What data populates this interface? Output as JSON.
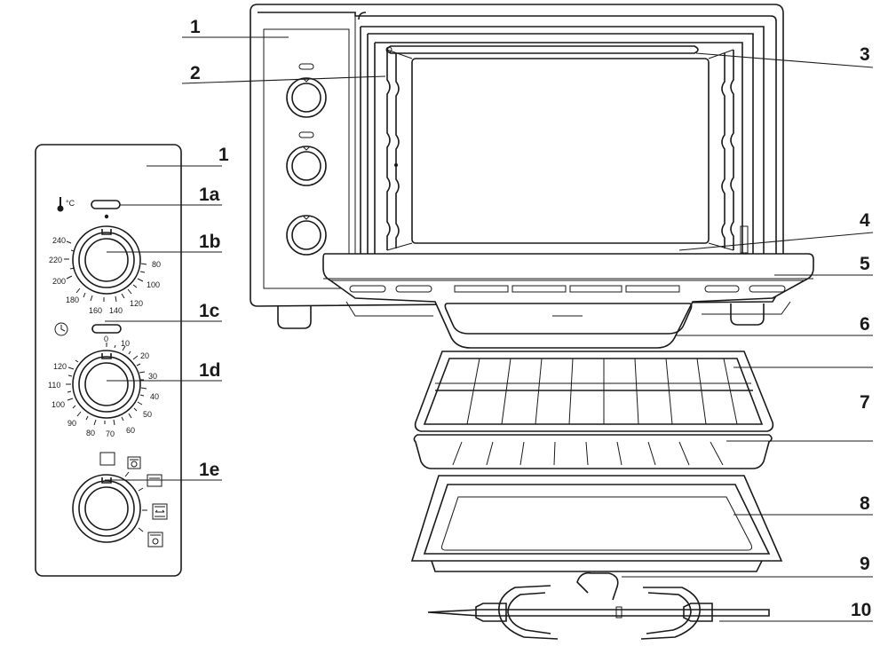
{
  "callouts": {
    "c1_top": "1",
    "c2": "2",
    "c3": "3",
    "c4": "4",
    "c5": "5",
    "c6": "6",
    "c7": "7",
    "c8": "8",
    "c9": "9",
    "c10": "10",
    "c1_panel": "1",
    "c1a": "1a",
    "c1b": "1b",
    "c1c": "1c",
    "c1d": "1d",
    "c1e": "1e"
  },
  "thermostat": {
    "unit": "°C",
    "ticks": [
      "240",
      "220",
      "200",
      "180",
      "160",
      "140",
      "120",
      "100",
      "80"
    ]
  },
  "timer": {
    "ticks": [
      "0",
      "10",
      "20",
      "30",
      "40",
      "50",
      "60",
      "70",
      "80",
      "90",
      "100",
      "110",
      "120"
    ]
  },
  "function_selector": {
    "icons": [
      "off-icon",
      "fan-grill-icon",
      "top-element-icon",
      "top-bottom-element-icon",
      "bottom-fan-icon"
    ]
  }
}
